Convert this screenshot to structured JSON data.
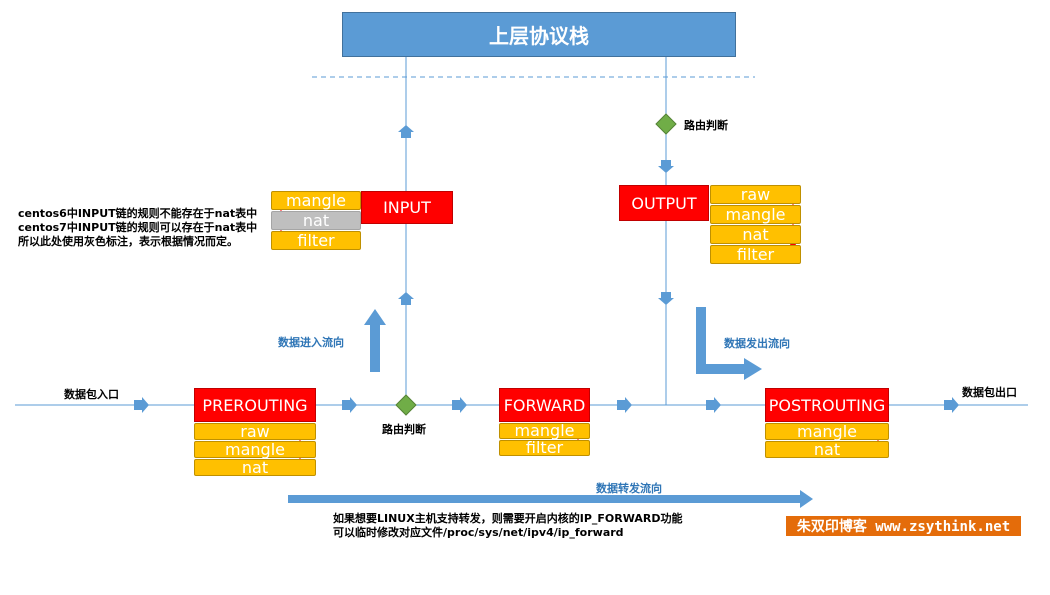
{
  "top_box": {
    "label": "上层协议栈"
  },
  "chains": {
    "input": "INPUT",
    "output": "OUTPUT",
    "prerouting": "PREROUTING",
    "forward": "FORWARD",
    "postrouting": "POSTROUTING"
  },
  "tables": {
    "input": [
      "mangle",
      "nat",
      "filter"
    ],
    "output": [
      "raw",
      "mangle",
      "nat",
      "filter"
    ],
    "prerouting": [
      "raw",
      "mangle",
      "nat"
    ],
    "forward": [
      "mangle",
      "filter"
    ],
    "postrouting": [
      "mangle",
      "nat"
    ]
  },
  "labels": {
    "routing_decision_top": "路由判断",
    "routing_decision_bottom": "路由判断",
    "packet_in": "数据包入口",
    "packet_out": "数据包出口",
    "data_in_flow": "数据进入流向",
    "data_out_flow": "数据发出流向",
    "data_forward_flow": "数据转发流向"
  },
  "input_note": [
    "centos6中INPUT链的规则不能存在于nat表中",
    "centos7中INPUT链的规则可以存在于nat表中",
    "所以此处使用灰色标注，表示根据情况而定。"
  ],
  "forward_note": [
    "如果想要LINUX主机支持转发，则需要开启内核的IP_FORWARD功能",
    "可以临时修改对应文件/proc/sys/net/ipv4/ip_forward"
  ],
  "brand": "朱双印博客 www.zsythink.net",
  "colors": {
    "top_box": "#5b9bd5",
    "chain": "#ff0000",
    "table": "#ffc000",
    "table_gray": "#bfbfbf",
    "line": "#5b9bd5",
    "diamond": "#70ad47",
    "brand": "#e46c0a"
  }
}
